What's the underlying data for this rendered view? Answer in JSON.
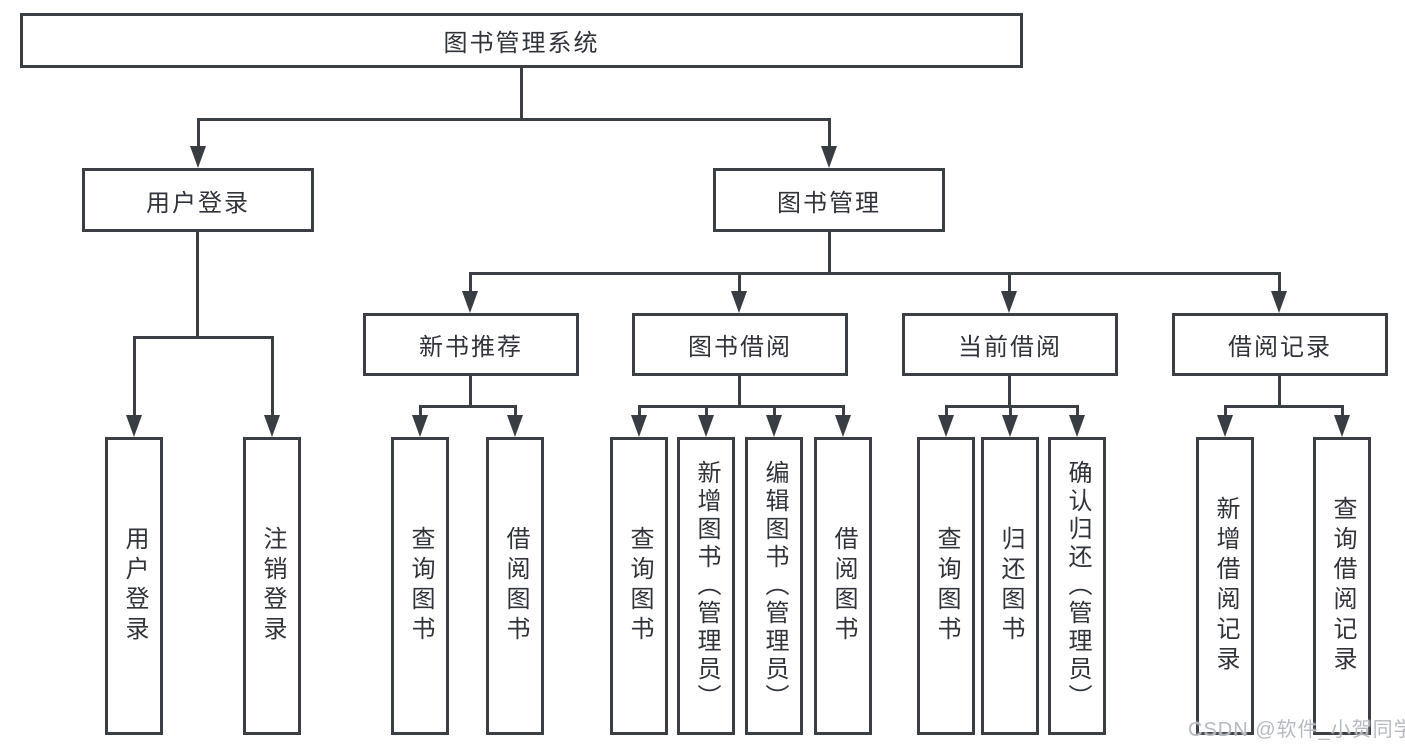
{
  "diagram_type": "hierarchy-tree",
  "root": {
    "label": "图书管理系统"
  },
  "level2": [
    {
      "label": "用户登录",
      "parent": "图书管理系统"
    },
    {
      "label": "图书管理",
      "parent": "图书管理系统"
    }
  ],
  "level3": [
    {
      "label": "新书推荐",
      "parent": "图书管理"
    },
    {
      "label": "图书借阅",
      "parent": "图书管理"
    },
    {
      "label": "当前借阅",
      "parent": "图书管理"
    },
    {
      "label": "借阅记录",
      "parent": "图书管理"
    }
  ],
  "leaves": [
    {
      "label": "用户登录",
      "parent": "用户登录"
    },
    {
      "label": "注销登录",
      "parent": "用户登录"
    },
    {
      "label": "查询图书",
      "parent": "新书推荐"
    },
    {
      "label": "借阅图书",
      "parent": "新书推荐"
    },
    {
      "label": "查询图书",
      "parent": "图书借阅"
    },
    {
      "label": "新增图书（管理员）",
      "parent": "图书借阅"
    },
    {
      "label": "编辑图书（管理员）",
      "parent": "图书借阅"
    },
    {
      "label": "借阅图书",
      "parent": "图书借阅"
    },
    {
      "label": "查询图书",
      "parent": "当前借阅"
    },
    {
      "label": "归还图书",
      "parent": "当前借阅"
    },
    {
      "label": "确认归还（管理员）",
      "parent": "当前借阅"
    },
    {
      "label": "新增借阅记录",
      "parent": "借阅记录"
    },
    {
      "label": "查询借阅记录",
      "parent": "借阅记录"
    }
  ],
  "watermark": "CSDN @软件_小贺同学",
  "colors": {
    "background": "#ffffff",
    "line": "#3a3e45",
    "box_border": "#3a3e45",
    "text": "#30343a",
    "watermark": "#b6bac2"
  }
}
